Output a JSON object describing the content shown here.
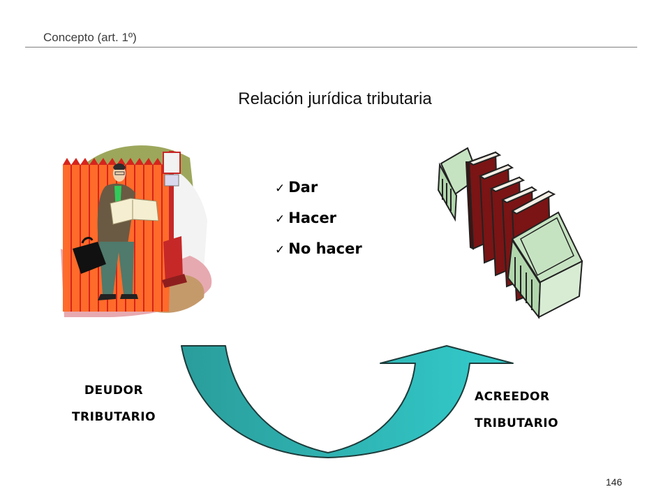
{
  "header": {
    "title": "Concepto (art. 1º)"
  },
  "slide": {
    "title": "Relación jurídica tributaria",
    "obligations": [
      "Dar",
      "Hacer",
      "No hacer"
    ],
    "check_glyph": "✓",
    "debtor": {
      "line1": "DEUDOR",
      "line2": "TRIBUTARIO"
    },
    "creditor": {
      "line1": "ACREEDOR",
      "line2": "TRIBUTARIO"
    }
  },
  "footer": {
    "page_number": "146"
  },
  "icons": {
    "debtor_illustration": "businessman-reading-newspaper-icon",
    "creditor_illustration": "government-buildings-law-books-icon",
    "flow_arrow": "curved-arrow-icon"
  },
  "colors": {
    "arrow_dark": "#2a9d9b",
    "arrow_light": "#33cccc",
    "book_red": "#7b1414",
    "building_green": "#c6e3c1"
  }
}
